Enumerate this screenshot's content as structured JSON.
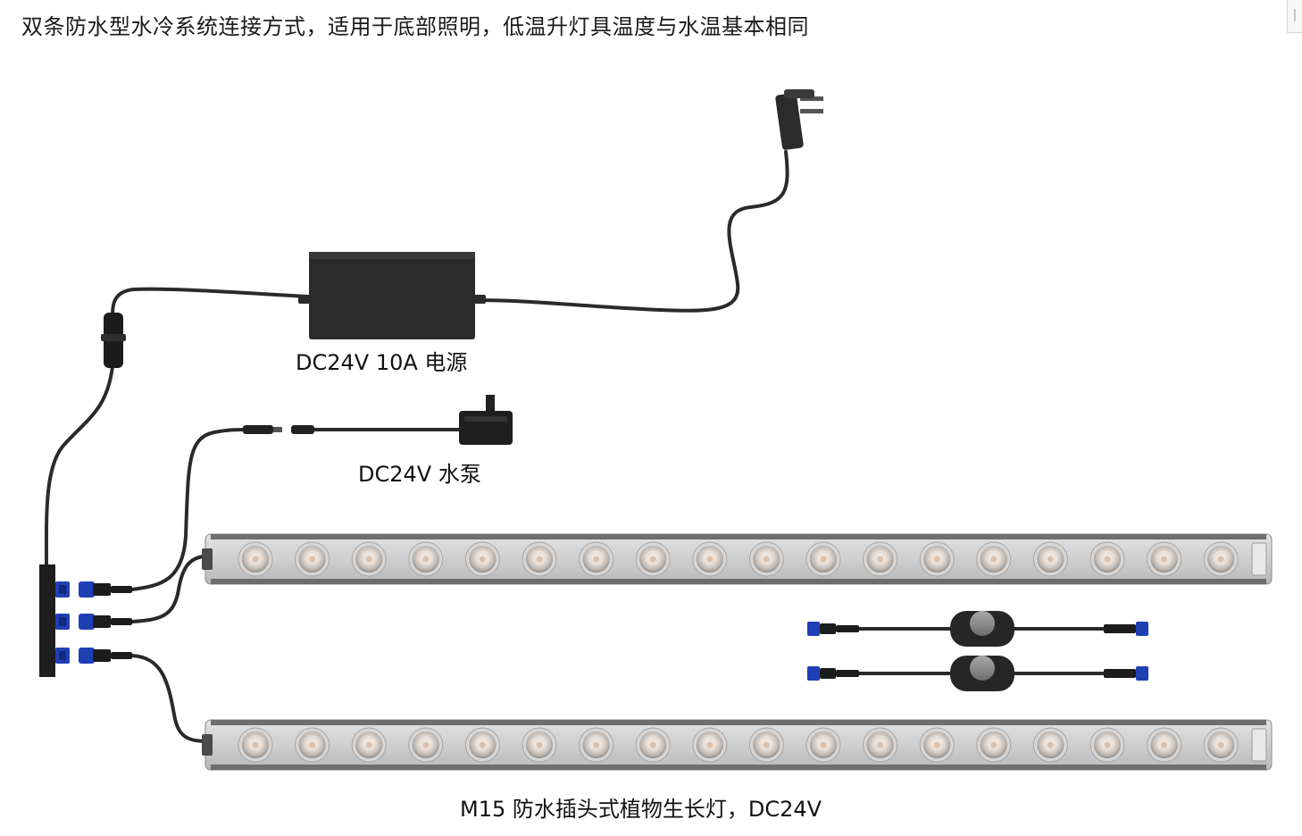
{
  "title": "双条防水型水冷系统连接方式，适用于底部照明，低温升灯具温度与水温基本相同",
  "labels": {
    "power_supply": "DC24V 10A 电源",
    "water_pump": "DC24V  水泵",
    "grow_light": "M15 防水插头式植物生长灯，DC24V"
  },
  "light_bar": {
    "led_count": 18
  },
  "icons": {
    "plug": "power-plug-icon",
    "adapter": "power-adapter-icon",
    "pump": "water-pump-icon",
    "splitter": "splitter-hub-icon",
    "dimmer": "dimmer-switch-icon",
    "light_bar": "led-light-bar-icon"
  },
  "colors": {
    "cable": "#2a2a2a",
    "connector_blue": "#1f3fb5",
    "bar_body": "#c9c9c9",
    "bar_rail": "#6e6e6e",
    "adapter": "#2b2b2b"
  }
}
